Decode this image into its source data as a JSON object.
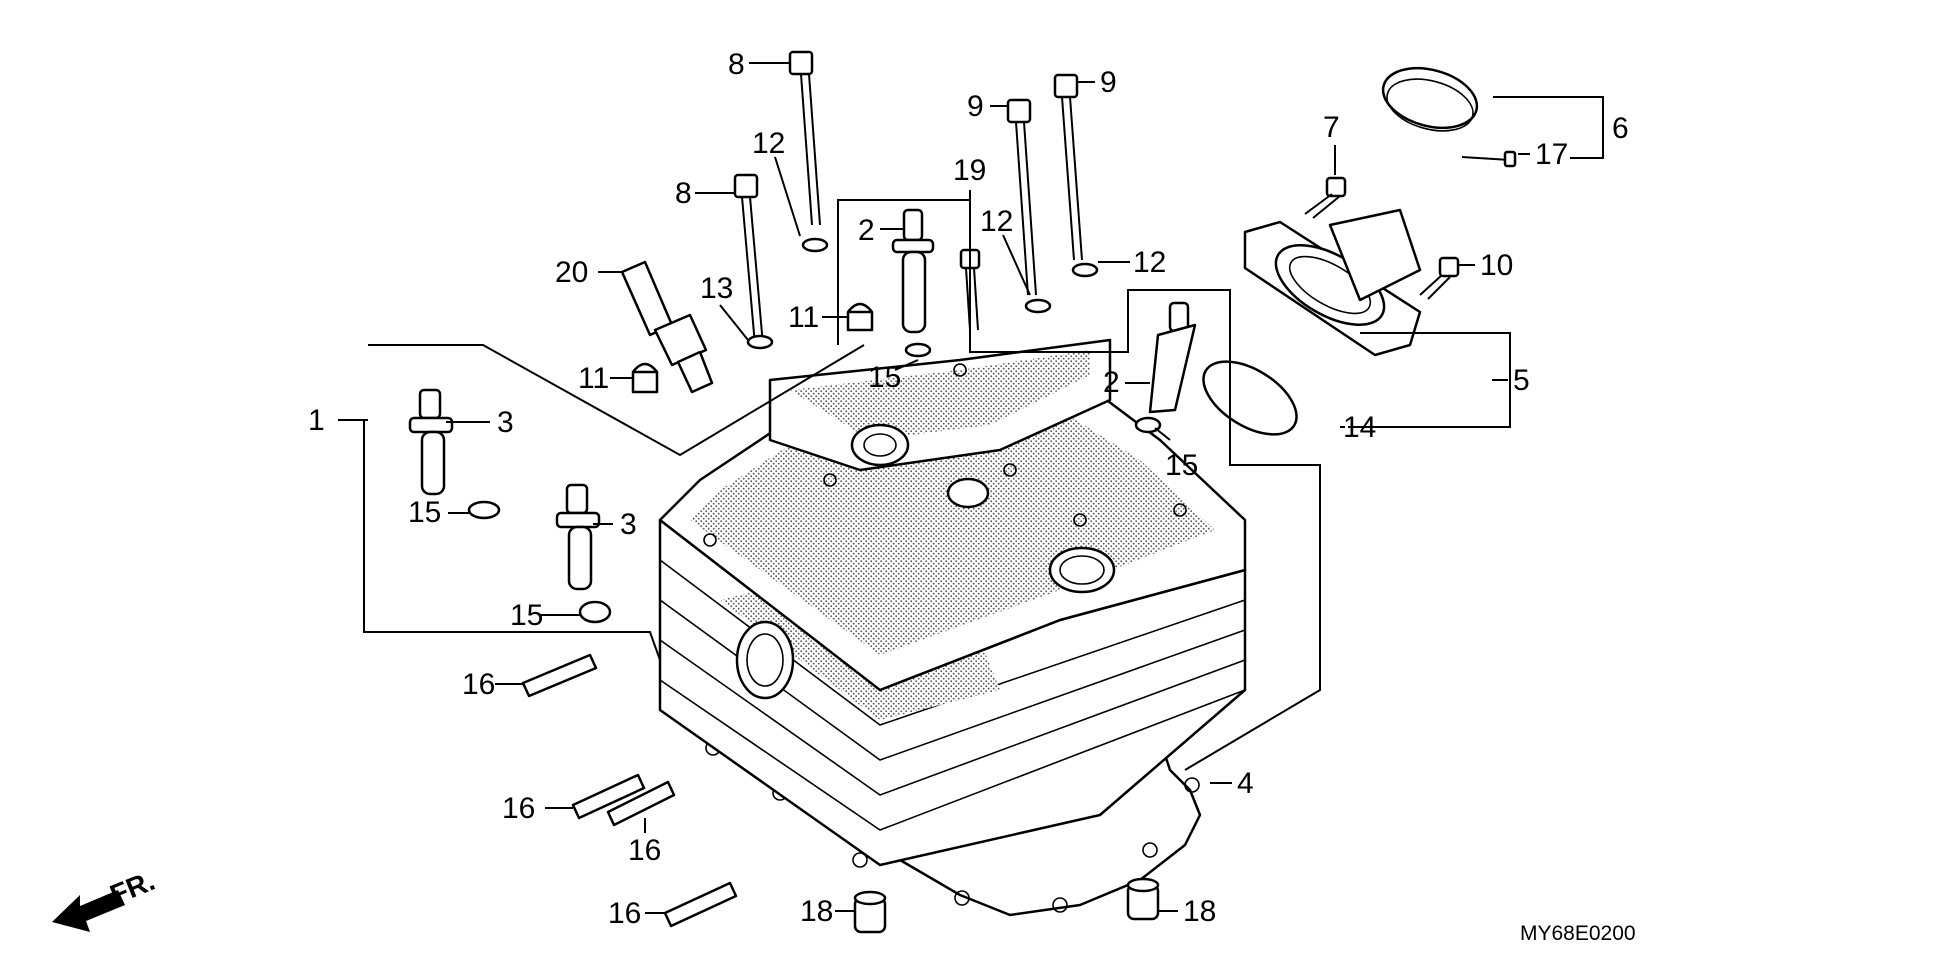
{
  "diagram": {
    "code": "MY68E0200",
    "direction_label": "FR.",
    "callouts": [
      {
        "id": "c1",
        "text": "1"
      },
      {
        "id": "c2a",
        "text": "2"
      },
      {
        "id": "c2b",
        "text": "2"
      },
      {
        "id": "c3a",
        "text": "3"
      },
      {
        "id": "c3b",
        "text": "3"
      },
      {
        "id": "c4",
        "text": "4"
      },
      {
        "id": "c5",
        "text": "5"
      },
      {
        "id": "c6",
        "text": "6"
      },
      {
        "id": "c7",
        "text": "7"
      },
      {
        "id": "c8a",
        "text": "8"
      },
      {
        "id": "c8b",
        "text": "8"
      },
      {
        "id": "c9a",
        "text": "9"
      },
      {
        "id": "c9b",
        "text": "9"
      },
      {
        "id": "c10",
        "text": "10"
      },
      {
        "id": "c11a",
        "text": "11"
      },
      {
        "id": "c11b",
        "text": "11"
      },
      {
        "id": "c12a",
        "text": "12"
      },
      {
        "id": "c12b",
        "text": "12"
      },
      {
        "id": "c12c",
        "text": "12"
      },
      {
        "id": "c13",
        "text": "13"
      },
      {
        "id": "c14",
        "text": "14"
      },
      {
        "id": "c15a",
        "text": "15"
      },
      {
        "id": "c15b",
        "text": "15"
      },
      {
        "id": "c15c",
        "text": "15"
      },
      {
        "id": "c15d",
        "text": "15"
      },
      {
        "id": "c16a",
        "text": "16"
      },
      {
        "id": "c16b",
        "text": "16"
      },
      {
        "id": "c16c",
        "text": "16"
      },
      {
        "id": "c16d",
        "text": "16"
      },
      {
        "id": "c17",
        "text": "17"
      },
      {
        "id": "c18a",
        "text": "18"
      },
      {
        "id": "c18b",
        "text": "18"
      },
      {
        "id": "c19",
        "text": "19"
      },
      {
        "id": "c20",
        "text": "20"
      }
    ]
  }
}
